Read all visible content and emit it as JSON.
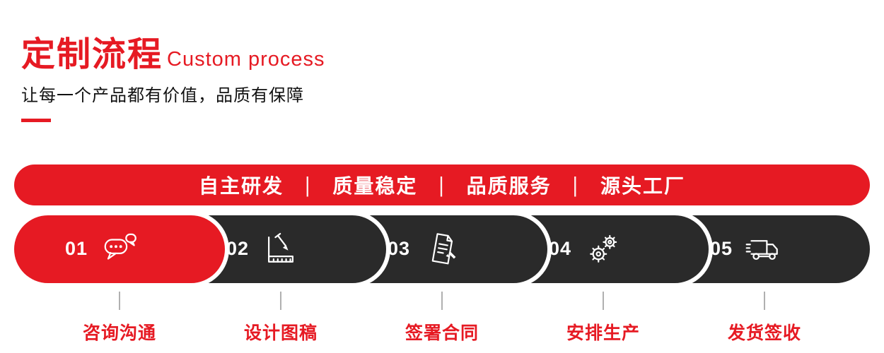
{
  "header": {
    "title_cn": "定制流程",
    "title_en": "Custom process",
    "subtitle": "让每一个产品都有价值，品质有保障"
  },
  "banner": {
    "separator": "|",
    "items": [
      "自主研发",
      "质量稳定",
      "品质服务",
      "源头工厂"
    ]
  },
  "steps": [
    {
      "number": "01",
      "label": "咨询沟通",
      "icon": "chat-bubbles-icon"
    },
    {
      "number": "02",
      "label": "设计图稿",
      "icon": "ruler-pencil-icon"
    },
    {
      "number": "03",
      "label": "签署合同",
      "icon": "contract-document-icon"
    },
    {
      "number": "04",
      "label": "安排生产",
      "icon": "gears-icon"
    },
    {
      "number": "05",
      "label": "发货签收",
      "icon": "delivery-truck-icon"
    }
  ],
  "colors": {
    "accent_red": "#e61a23",
    "pill_dark": "#2a2a2a",
    "tick_gray": "#b0b0b0",
    "text_black": "#111111",
    "white": "#ffffff"
  }
}
